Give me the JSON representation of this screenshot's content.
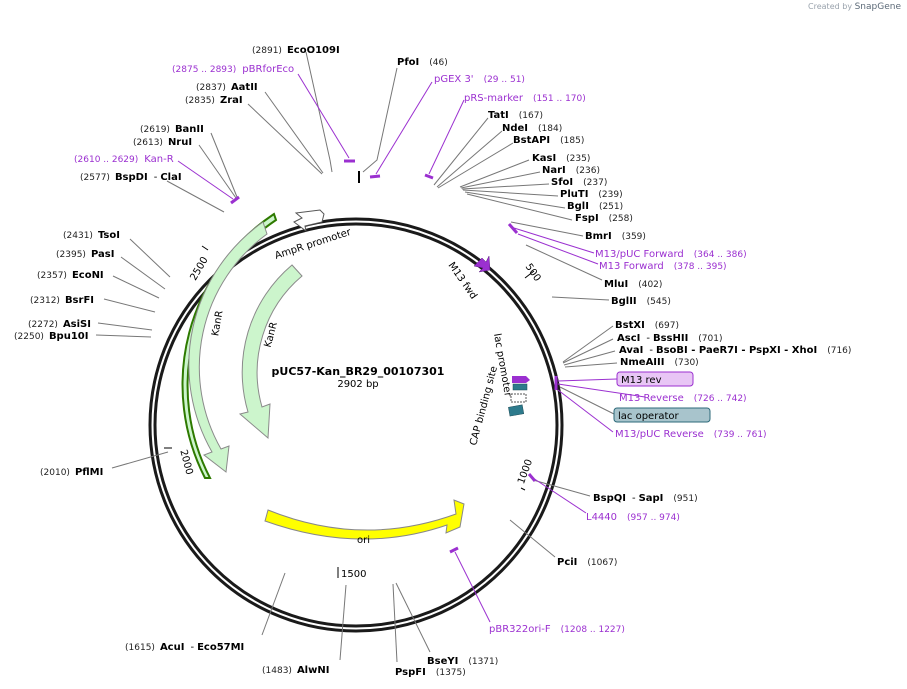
{
  "credit": {
    "prefix": "Created by",
    "brand": "SnapGene"
  },
  "plasmid": {
    "name": "pUC57-Kan_BR29_00107301",
    "length": "2902 bp",
    "total_bp": 2902
  },
  "ticks": [
    "500",
    "1000",
    "1500",
    "2000",
    "2500"
  ],
  "sites": [
    {
      "name": "EcoO109I",
      "pos": "(2891)"
    },
    {
      "name": "PfoI",
      "pos": "(46)"
    },
    {
      "name": "AatII",
      "pos": "(2837)"
    },
    {
      "name": "ZraI",
      "pos": "(2835)"
    },
    {
      "name": "BanII",
      "pos": "(2619)"
    },
    {
      "name": "NruI",
      "pos": "(2613)"
    },
    {
      "name": "BspDI",
      "pos": "(2577)",
      "extra": "ClaI"
    },
    {
      "name": "TatI",
      "pos": "(167)"
    },
    {
      "name": "NdeI",
      "pos": "(184)"
    },
    {
      "name": "BstAPI",
      "pos": "(185)"
    },
    {
      "name": "KasI",
      "pos": "(235)"
    },
    {
      "name": "NarI",
      "pos": "(236)"
    },
    {
      "name": "SfoI",
      "pos": "(237)"
    },
    {
      "name": "PluTI",
      "pos": "(239)"
    },
    {
      "name": "BglI",
      "pos": "(251)"
    },
    {
      "name": "FspI",
      "pos": "(258)"
    },
    {
      "name": "BmrI",
      "pos": "(359)"
    },
    {
      "name": "MluI",
      "pos": "(402)"
    },
    {
      "name": "BglII",
      "pos": "(545)"
    },
    {
      "name": "TsoI",
      "pos": "(2431)"
    },
    {
      "name": "PasI",
      "pos": "(2395)"
    },
    {
      "name": "EcoNI",
      "pos": "(2357)"
    },
    {
      "name": "BsrFI",
      "pos": "(2312)"
    },
    {
      "name": "AsiSI",
      "pos": "(2272)"
    },
    {
      "name": "Bpu10I",
      "pos": "(2250)"
    },
    {
      "name": "BstXI",
      "pos": "(697)"
    },
    {
      "name": "AscI",
      "pos": "(701)",
      "extra": "BssHII"
    },
    {
      "name": "AvaI",
      "pos": "(716)",
      "extra": "BsoBI - PaeR7I - PspXI - XhoI"
    },
    {
      "name": "NmeAIII",
      "pos": "(730)"
    },
    {
      "name": "PflMI",
      "pos": "(2010)"
    },
    {
      "name": "BspQI",
      "pos": "(951)",
      "extra": "SapI"
    },
    {
      "name": "PciI",
      "pos": "(1067)"
    },
    {
      "name": "AcuI",
      "pos": "(1615)",
      "extra": "Eco57MI"
    },
    {
      "name": "AlwNI",
      "pos": "(1483)"
    },
    {
      "name": "BseYI",
      "pos": "(1371)"
    },
    {
      "name": "PspFI",
      "pos": "(1375)"
    }
  ],
  "primers": [
    {
      "name": "pBRforEco",
      "range": "(2875 .. 2893)"
    },
    {
      "name": "pGEX 3'",
      "range": "(29 .. 51)"
    },
    {
      "name": "pRS-marker",
      "range": "(151 .. 170)"
    },
    {
      "name": "Kan-R",
      "range": "(2610 .. 2629)"
    },
    {
      "name": "M13/pUC Forward",
      "range": "(364 .. 386)"
    },
    {
      "name": "M13 Forward",
      "range": "(378 .. 395)"
    },
    {
      "name": "M13 Reverse",
      "range": "(726 .. 742)"
    },
    {
      "name": "M13/pUC Reverse",
      "range": "(739 .. 761)"
    },
    {
      "name": "L4440",
      "range": "(957 .. 974)"
    },
    {
      "name": "pBR322ori-F",
      "range": "(1208 .. 1227)"
    }
  ],
  "boxed_features": [
    {
      "name": "M13 rev",
      "color": "#e8c6f5",
      "border": "#9b30d0"
    },
    {
      "name": "lac operator",
      "color": "#a8c4cc",
      "border": "#2d6a7a"
    }
  ],
  "features": {
    "ampr_promoter": "AmpR promoter",
    "kanr_outer": "KanR",
    "kanr_inner": "KanR",
    "ori": "ori",
    "m13_fwd": "M13 fwd",
    "lac_promoter": "lac promoter",
    "cap_site": "CAP binding site"
  },
  "colors": {
    "site_text": "#000000",
    "primer_text": "#9b30d0",
    "kanr_fill": "#ccf5cc",
    "ori_fill": "#ffff00",
    "backbone": "#1a1a1a"
  }
}
